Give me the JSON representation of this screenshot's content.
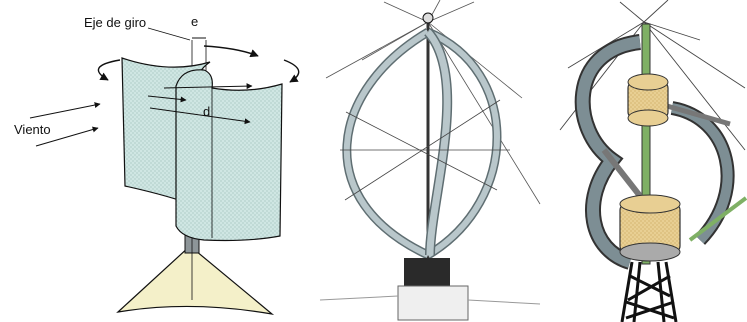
{
  "panels": {
    "savonius": {
      "labels": {
        "axis": "Eje de giro",
        "offset": "e",
        "diameter": "d",
        "wind": "Viento"
      }
    },
    "darrieus": {},
    "combined": {}
  },
  "colors": {
    "blade_fill": "#cfe6e3",
    "blade_dots": "#9bbdb8",
    "base_cone": "#f4f0c9",
    "blade_gray": "#b9c7cb",
    "hub_tan": "#e8cf93",
    "shaft_green": "#7fb065",
    "ink": "#111111"
  }
}
